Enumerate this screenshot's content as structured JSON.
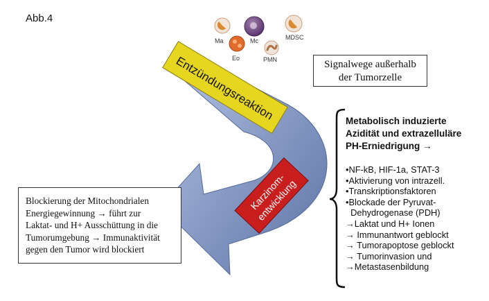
{
  "figure_label": "Abb.4",
  "cells": [
    {
      "label": "Ma",
      "color": "#d98a2c"
    },
    {
      "label": "Mc",
      "color": "#5a2e6e"
    },
    {
      "label": "MDSC",
      "color": "#d98a2c"
    },
    {
      "label": "Eo",
      "color": "#e06b2a"
    },
    {
      "label": "PMN",
      "color": "#b07040"
    }
  ],
  "arrow": {
    "color": "#8ea0c6",
    "band_inflammation": {
      "label": "Entzündungsreaktion",
      "color": "#e6d620"
    },
    "band_carcinogenesis": {
      "line1": "Karzinom-",
      "line2": "entwicklung",
      "color": "#c81e1e"
    }
  },
  "signal_box": {
    "line1": "Signalwege außerhalb",
    "line2": "der Tumorzelle"
  },
  "blockade_box": {
    "lines": [
      "Blockierung der Mitochondrialen",
      "Energiegewinnung → führt zur",
      "Laktat- und H+ Ausschüttung in die",
      "Tumorumgebung → Immunaktivität",
      "gegen den Tumor wird blockiert"
    ]
  },
  "metabolic": {
    "heading_lines": [
      "Metabolisch induzierte",
      "Azidität und extrazelluläre",
      "PH-Erniedrigung  →"
    ],
    "items": [
      "•NF-kB, HIF-1a, STAT-3",
      "•Aktivierung von intrazell.",
      "•Transkriptionsfaktoren",
      "•Blockade der Pyruvat-",
      "  Dehydrogenase (PDH)",
      "→Laktat und H+ Ionen",
      "→ Immunantwort geblockt",
      "→ Tumorapoptose geblockt",
      "→ Tumorinvasion und",
      "→Metastasenbildung"
    ]
  }
}
